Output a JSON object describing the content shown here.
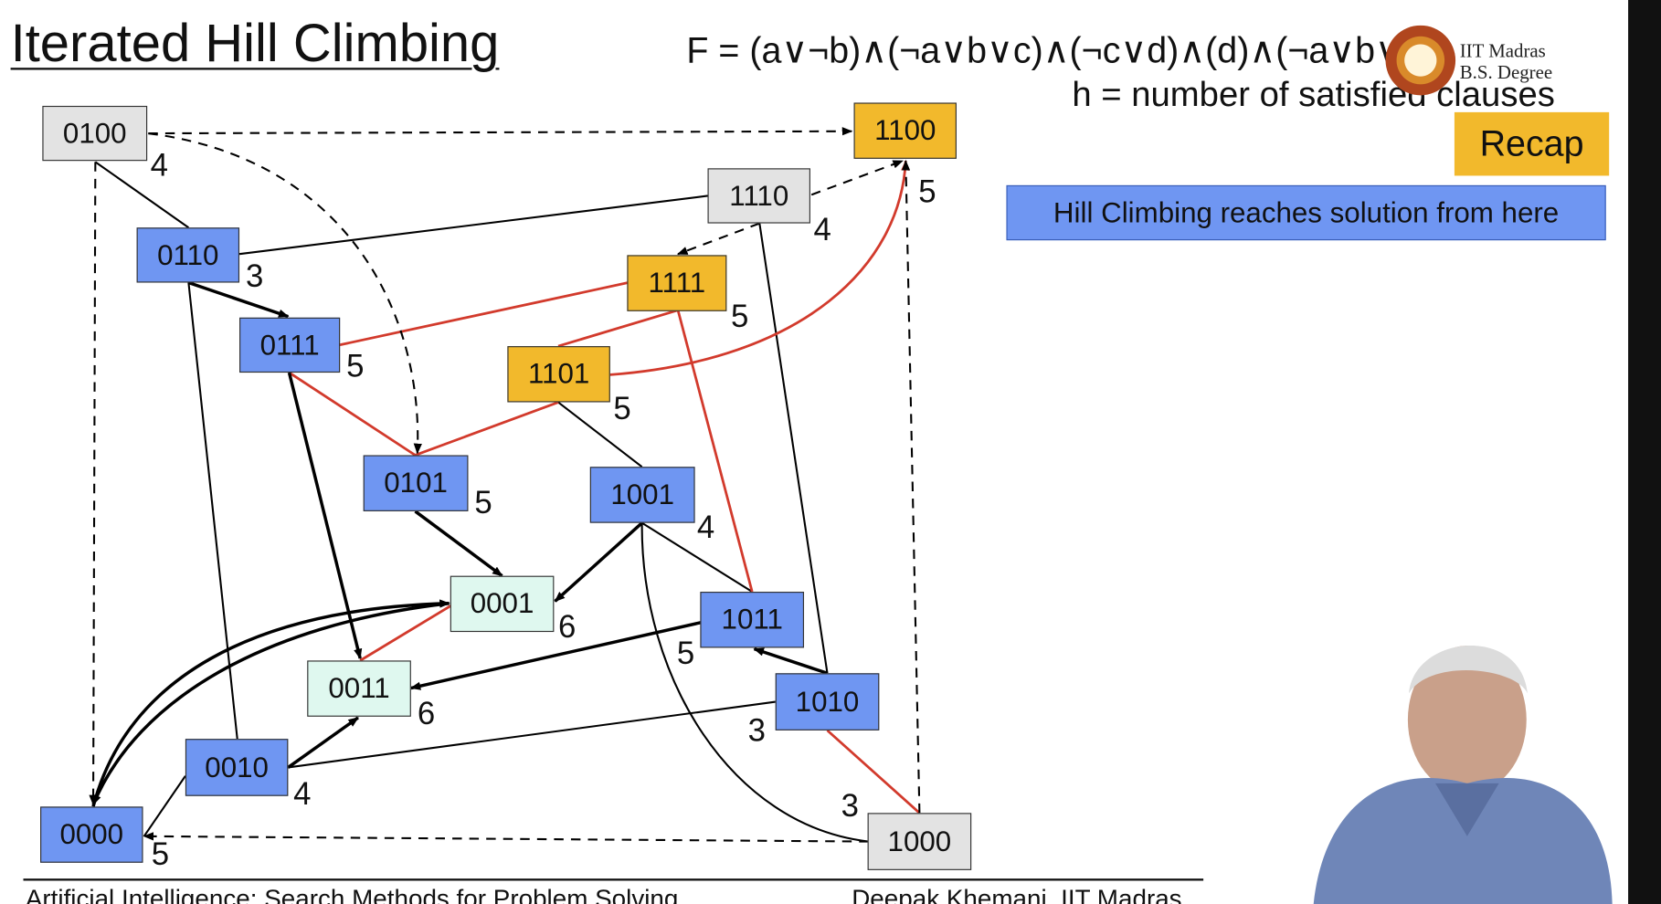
{
  "slide": {
    "title": "Iterated Hill Climbing",
    "formula": "F = (a∨¬b)∧(¬a∨b∨c)∧(¬c∨d)∧(d)∧(¬a∨b∨",
    "h_definition": "h = number of satisfied clauses",
    "recap": "Recap",
    "hint": "Hill Climbing reaches solution from here",
    "logo_line1": "IIT Madras",
    "logo_line2": "B.S. Degree",
    "footer_left": "Artificial Intelligence: Search Methods for Problem Solving",
    "footer_right": "Deepak Khemani, IIT Madras"
  },
  "colors": {
    "blue": "#6f96f2",
    "gray": "#e3e3e3",
    "orange": "#f2b92c",
    "mint": "#dff8ef",
    "red_edge": "#d23a2c"
  },
  "nodes": {
    "n0100": {
      "label": "0100",
      "h": "4"
    },
    "n1100": {
      "label": "1100",
      "h": "5"
    },
    "n1110": {
      "label": "1110",
      "h": "4"
    },
    "n0110": {
      "label": "0110",
      "h": "3"
    },
    "n1111": {
      "label": "1111",
      "h": "5"
    },
    "n0111": {
      "label": "0111",
      "h": "5"
    },
    "n1101": {
      "label": "1101",
      "h": "5"
    },
    "n0101": {
      "label": "0101",
      "h": "5"
    },
    "n1001": {
      "label": "1001",
      "h": "4"
    },
    "n0001": {
      "label": "0001",
      "h": "6"
    },
    "n1011": {
      "label": "1011",
      "h": "5"
    },
    "n0011": {
      "label": "0011",
      "h": "6"
    },
    "n1010": {
      "label": "1010",
      "h": "3"
    },
    "n0010": {
      "label": "0010",
      "h": "4"
    },
    "n0000": {
      "label": "0000",
      "h": "5"
    },
    "n1000": {
      "label": "1000",
      "h": "3"
    }
  }
}
